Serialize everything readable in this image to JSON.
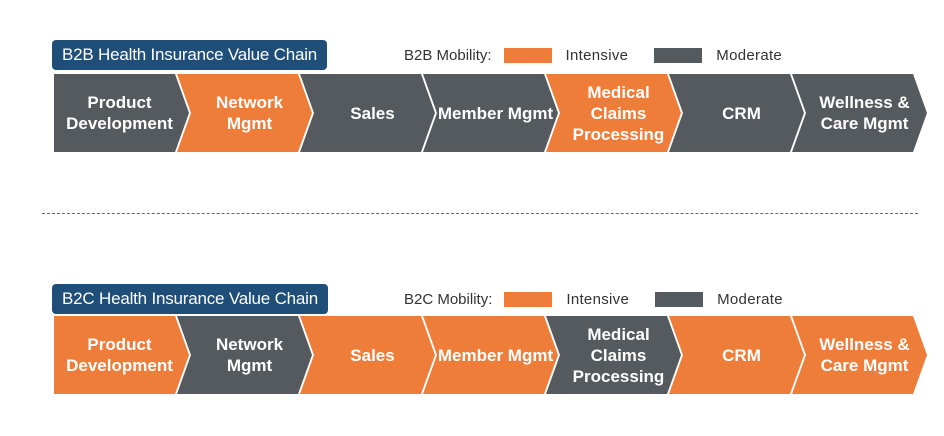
{
  "b2b": {
    "title": "B2B Health Insurance Value Chain",
    "legend": {
      "label": "B2B Mobility:",
      "intensive": "Intensive",
      "moderate": "Moderate"
    },
    "steps": [
      {
        "label": "Product Development",
        "level": "moderate"
      },
      {
        "label": "Network Mgmt",
        "level": "intensive"
      },
      {
        "label": "Sales",
        "level": "moderate"
      },
      {
        "label": "Member Mgmt",
        "level": "moderate"
      },
      {
        "label": "Medical Claims Processing",
        "level": "intensive"
      },
      {
        "label": "CRM",
        "level": "moderate"
      },
      {
        "label": "Wellness & Care Mgmt",
        "level": "moderate"
      }
    ]
  },
  "b2c": {
    "title": "B2C Health Insurance Value Chain",
    "legend": {
      "label": "B2C Mobility:",
      "intensive": "Intensive",
      "moderate": "Moderate"
    },
    "steps": [
      {
        "label": "Product Development",
        "level": "intensive"
      },
      {
        "label": "Network Mgmt",
        "level": "moderate"
      },
      {
        "label": "Sales",
        "level": "intensive"
      },
      {
        "label": "Member Mgmt",
        "level": "intensive"
      },
      {
        "label": "Medical Claims Processing",
        "level": "moderate"
      },
      {
        "label": "CRM",
        "level": "intensive"
      },
      {
        "label": "Wellness & Care Mgmt",
        "level": "intensive"
      }
    ]
  },
  "colors": {
    "intensive": "#ef7d3a",
    "moderate": "#555a5f",
    "title_bg": "#1f4e79"
  }
}
